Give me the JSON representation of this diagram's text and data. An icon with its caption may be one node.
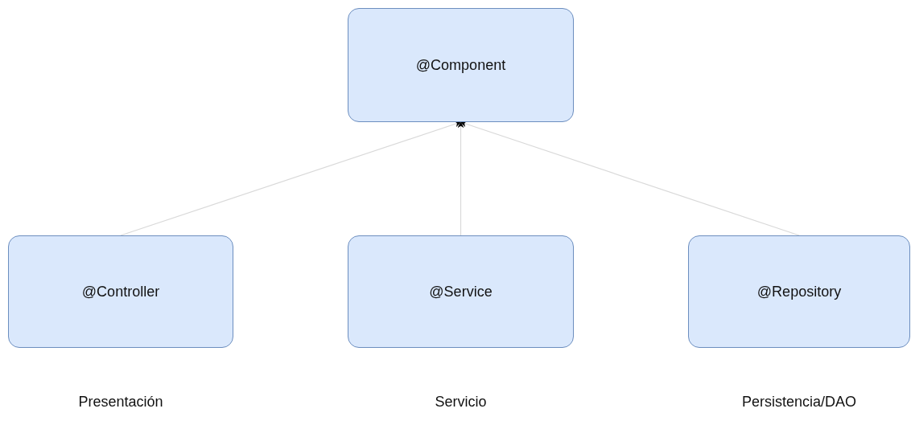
{
  "diagram": {
    "nodes": [
      {
        "text": [
          "@Component"
        ]
      },
      {
        "text": [
          "@Controller"
        ],
        "beside": [
          "Presentación"
        ]
      },
      {
        "text": [
          "@Service"
        ],
        "beside": [
          "Servicio"
        ]
      },
      {
        "text": [
          "@Repository"
        ],
        "beside": [
          "Persistencia/DAO"
        ]
      }
    ],
    "edges": [
      {
        "from": 1,
        "to": 0,
        "arrow": "to"
      },
      {
        "from": 2,
        "to": 0,
        "arrow": "to"
      },
      {
        "from": 3,
        "to": 0,
        "arrow": "to"
      }
    ]
  }
}
